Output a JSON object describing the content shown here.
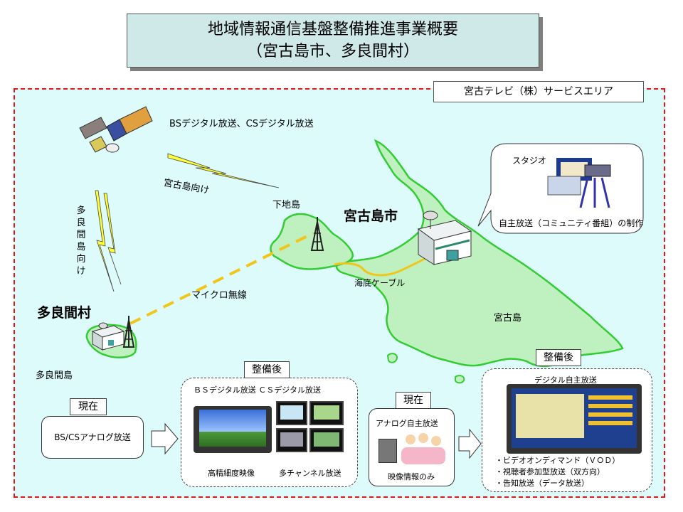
{
  "title": {
    "line1": "地域情報通信基盤整備推進事業概要",
    "line2": "（宮古島市、多良間村）"
  },
  "service_area_label": "宮古テレビ（株）サービスエリア",
  "broadcast_label": "BSデジタル放送、CSデジタル放送",
  "link_miyako": "宮古島向け",
  "link_tarama": "多良間島向け",
  "microwave_label": "マイクロ無線",
  "cable_label": "海底ケーブル",
  "places": {
    "shimoji": "下地島",
    "miyako_city": "宮古島市",
    "miyako_island": "宮古島",
    "tarama_village": "多良間村",
    "tarama_island": "多良間島"
  },
  "studio": {
    "label": "スタジオ",
    "caption": "自主放送（コミュニティ番組）の制作"
  },
  "current_bs": {
    "tag": "現在",
    "content": "BS/CSアナログ放送"
  },
  "after_bs": {
    "tag": "整備後",
    "header": "ＢＳデジタル放送 ＣＳデジタル放送",
    "caption1": "高精細度映像",
    "caption2": "多チャンネル放送"
  },
  "current_local": {
    "tag": "現在",
    "header": "アナログ自主放送",
    "caption": "映像情報のみ"
  },
  "after_local": {
    "tag": "整備後",
    "header": "デジタル自主放送",
    "features": [
      "・ビデオオンディマンド（ＶＯＤ）",
      "・視聴者参加型放送（双方向）",
      "・告知放送（データ放送）"
    ]
  },
  "colors": {
    "title_bg": "#cfe8e8",
    "area_bg": "#ddfbfb",
    "area_border": "#e8141c",
    "island_fill": "#bff0bf",
    "island_stroke": "#33cc33",
    "microwave": "#f2c51a",
    "bolt": "#ffff33"
  },
  "icons": [
    "satellite-icon",
    "lightning-bolt-icon",
    "tower-icon",
    "building-icon",
    "satellite-dish-icon",
    "studio-camera-icon",
    "arrow-right-icon",
    "tv-icon",
    "family-tv-icon"
  ]
}
